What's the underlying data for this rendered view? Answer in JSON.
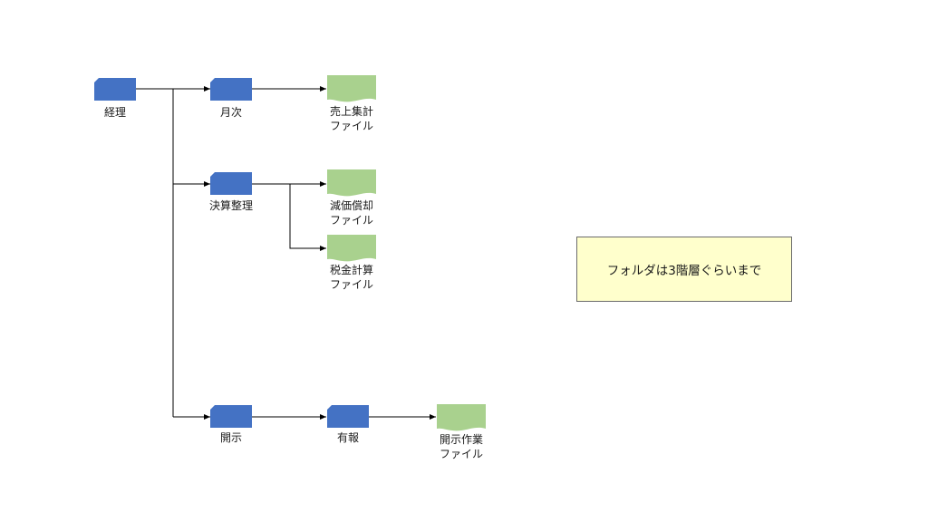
{
  "nodes": {
    "keiri": {
      "type": "folder",
      "label": [
        "経理"
      ]
    },
    "getsuji": {
      "type": "folder",
      "label": [
        "月次"
      ]
    },
    "uriage": {
      "type": "file",
      "label": [
        "売上集計",
        "ファイル"
      ]
    },
    "kessan": {
      "type": "folder",
      "label": [
        "決算整理"
      ]
    },
    "genka": {
      "type": "file",
      "label": [
        "減価償却",
        "ファイル"
      ]
    },
    "zeikin": {
      "type": "file",
      "label": [
        "税金計算",
        "ファイル"
      ]
    },
    "kaiji": {
      "type": "folder",
      "label": [
        "開示"
      ]
    },
    "yuho": {
      "type": "folder",
      "label": [
        "有報"
      ]
    },
    "kaijisagyo": {
      "type": "file",
      "label": [
        "開示作業",
        "ファイル"
      ]
    }
  },
  "edges": [
    [
      "keiri",
      "getsuji"
    ],
    [
      "keiri",
      "kessan"
    ],
    [
      "keiri",
      "kaiji"
    ],
    [
      "getsuji",
      "uriage"
    ],
    [
      "kessan",
      "genka"
    ],
    [
      "kessan",
      "zeikin"
    ],
    [
      "kaiji",
      "yuho"
    ],
    [
      "yuho",
      "kaijisagyo"
    ]
  ],
  "note": {
    "text": "フォルダは3階層ぐらいまで"
  },
  "colors": {
    "folder": "#4472c4",
    "file": "#a9d18e",
    "note_bg": "#ffffcc",
    "note_border": "#6b6b6b",
    "line": "#000000"
  }
}
